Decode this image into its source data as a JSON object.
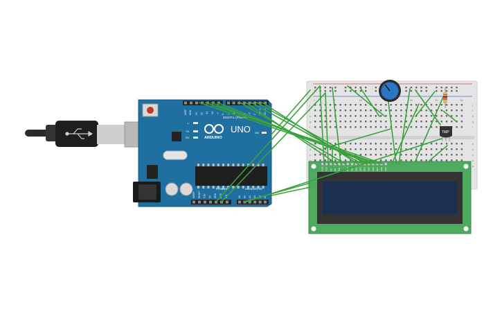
{
  "board": {
    "name": "UNO",
    "logo": "ARDUINO",
    "digital_header": "DIGITAL (PWM~)",
    "power_label": "POWER",
    "analog_label": "ANALOG IN",
    "aref": "AREF",
    "gnd": "GND",
    "on_label": "ON",
    "led_l": "L",
    "led_tx": "TX",
    "led_rx": "RX",
    "digital_pins": [
      "13",
      "12",
      "~11",
      "~10",
      "~9",
      "8",
      "7",
      "~6",
      "~5",
      "4",
      "~3",
      "2",
      "TX→1",
      "RX←0"
    ],
    "power_pins": [
      "IOREF",
      "RESET",
      "3.3V",
      "5V",
      "GND",
      "GND",
      "VIN"
    ],
    "analog_pins": [
      "A0",
      "A1",
      "A2",
      "A3",
      "A4",
      "A5"
    ]
  },
  "lcd": {
    "pins": [
      "GND",
      "VCC",
      "V0",
      "RS",
      "RW",
      "E",
      "DB0",
      "DB1",
      "DB2",
      "DB3",
      "DB4",
      "DB5",
      "DB6",
      "DB7",
      "LED",
      "LED"
    ]
  },
  "sensor": {
    "label": "TMP"
  },
  "breadboard": {
    "rows_top": [
      "j",
      "i",
      "h",
      "g",
      "f"
    ],
    "rows_bottom": [
      "e",
      "d",
      "c",
      "b",
      "a"
    ],
    "column_numbers": [
      "1",
      "5",
      "10",
      "15",
      "20",
      "25",
      "30"
    ]
  },
  "colors": {
    "board": "#1f6fa0",
    "breadboard": "#e4e4e4",
    "lcd_pcb": "#4daa5e",
    "lcd_screen": "#1b2f4f",
    "wire": "#3aa23a",
    "potentiometer": "#2c76c4",
    "sensor": "#333333"
  }
}
